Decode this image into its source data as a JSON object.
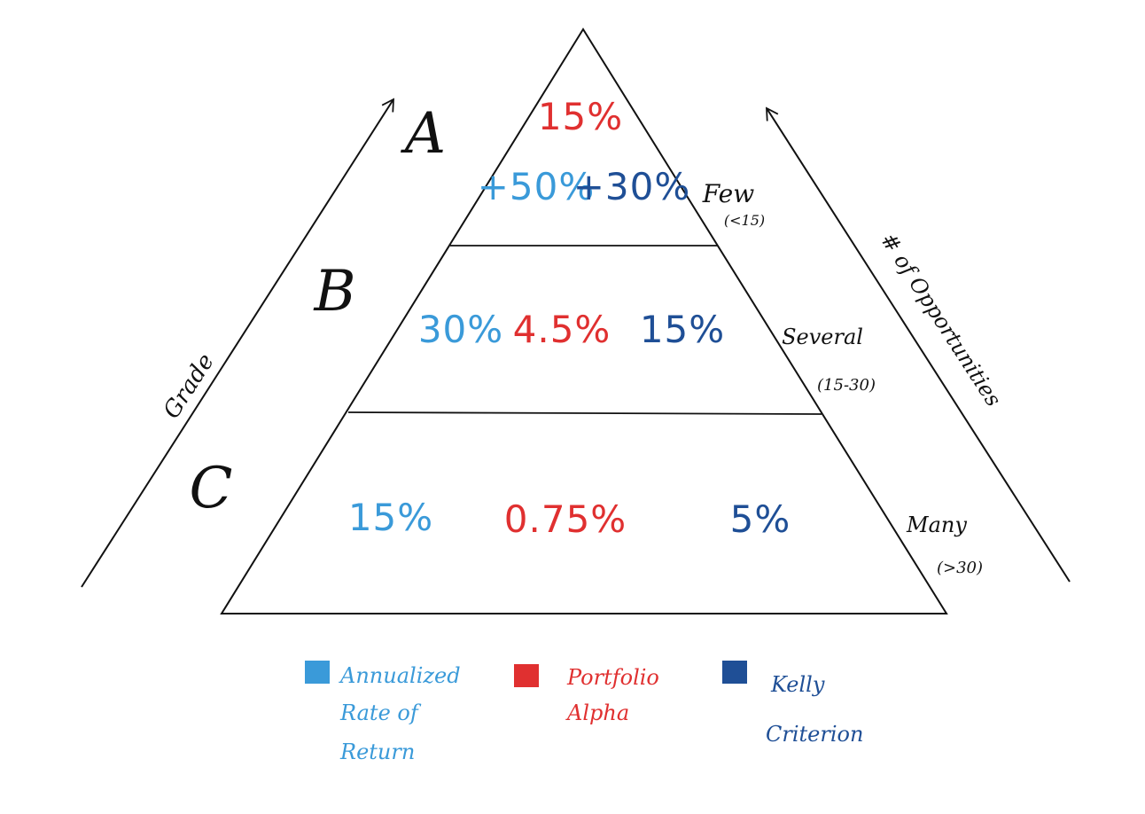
{
  "colors": {
    "return": "#3a9ad9",
    "alpha": "#e03030",
    "kelly": "#1f4f96",
    "ink": "#111111"
  },
  "axes": {
    "left_label": "Grade",
    "right_label": "# of Opportunities"
  },
  "tiers": [
    {
      "grade": "A",
      "annualized_return": "+50%",
      "portfolio_alpha": "15%",
      "kelly": "+30%",
      "opportunities": "Few",
      "opportunities_range": "(<15)"
    },
    {
      "grade": "B",
      "annualized_return": "30%",
      "portfolio_alpha": "4.5%",
      "kelly": "15%",
      "opportunities": "Several",
      "opportunities_range": "(15-30)"
    },
    {
      "grade": "C",
      "annualized_return": "15%",
      "portfolio_alpha": "0.75%",
      "kelly": "5%",
      "opportunities": "Many",
      "opportunities_range": "(>30)"
    }
  ],
  "legend": [
    {
      "key": "return",
      "lines": [
        "Annualized",
        "Rate of",
        "Return"
      ]
    },
    {
      "key": "alpha",
      "lines": [
        "Portfolio",
        "Alpha"
      ]
    },
    {
      "key": "kelly",
      "lines": [
        "Kelly",
        "Criterion"
      ]
    }
  ]
}
